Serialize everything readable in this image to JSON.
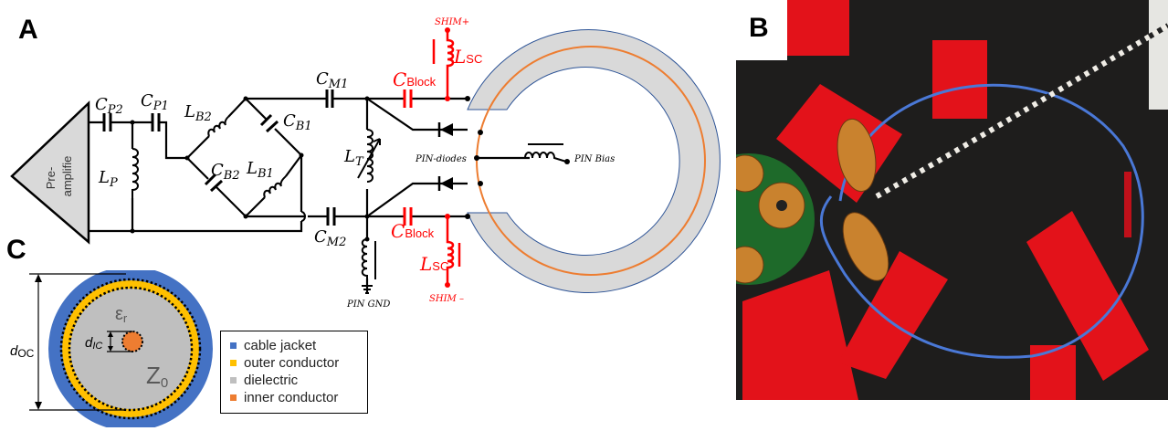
{
  "panels": {
    "a": "A",
    "b": "B",
    "c": "C"
  },
  "circuit": {
    "preamp_label_1": "Pre-",
    "preamp_label_2": "amplifie",
    "components": {
      "cp2": {
        "main": "C",
        "sub": "P2"
      },
      "cp1": {
        "main": "C",
        "sub": "P1"
      },
      "lp": {
        "main": "L",
        "sub": "P"
      },
      "lb2": {
        "main": "L",
        "sub": "B2"
      },
      "cb1": {
        "main": "C",
        "sub": "B1"
      },
      "cb2": {
        "main": "C",
        "sub": "B2"
      },
      "lb1": {
        "main": "L",
        "sub": "B1"
      },
      "cm1": {
        "main": "C",
        "sub": "M1"
      },
      "cm2": {
        "main": "C",
        "sub": "M2"
      },
      "lt": {
        "main": "L",
        "sub": "T"
      },
      "cblock_top": {
        "main": "C",
        "sub": "Block"
      },
      "cblock_bottom": {
        "main": "C",
        "sub": "Block"
      },
      "lsc_top": {
        "main": "L",
        "sub": "SC"
      },
      "lsc_bottom": {
        "main": "L",
        "sub": "SC"
      }
    },
    "shim_plus": "SHIM+",
    "shim_minus": "SHIM –",
    "pin_diodes": "PIN-diodes",
    "pin_bias": "PIN Bias",
    "pin_gnd": "PIN GND",
    "colors": {
      "wire": "#000000",
      "shim": "#ff0000",
      "coil_fill": "#d9d9d9",
      "coil_edge": "#2f5597",
      "conductor": "#ed7d31"
    }
  },
  "cable": {
    "d_oc": {
      "main": "d",
      "sub": "OC"
    },
    "d_ic": {
      "main": "d",
      "sub": "IC"
    },
    "epsilon": {
      "main": "ε",
      "sub": "r"
    },
    "z0": {
      "main": "Z",
      "sub": "0"
    },
    "legend": [
      {
        "label": "cable jacket",
        "color": "#4472c4"
      },
      {
        "label": "outer conductor",
        "color": "#ffc000"
      },
      {
        "label": "dielectric",
        "color": "#bfbfbf"
      },
      {
        "label": "inner conductor",
        "color": "#ed7d31"
      }
    ]
  }
}
